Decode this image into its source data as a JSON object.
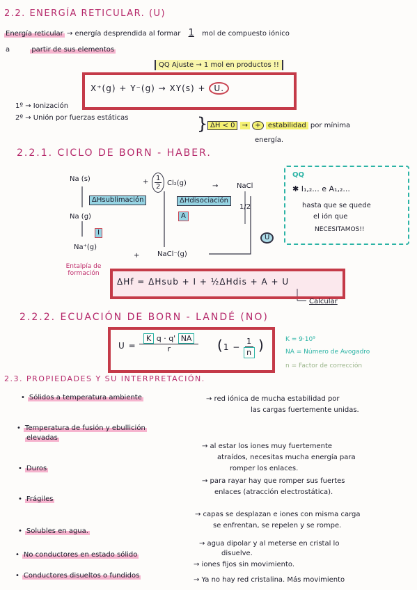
{
  "s22": {
    "title": "2.2. ENERGÍA RETICULAR. (U)",
    "def_term": "Energía reticular",
    "def_arrow": "→",
    "def_text1": "energía desprendida al formar",
    "def_one": "1",
    "def_text2": "mol de compuesto iónico",
    "def_text3": "a",
    "def_text4": "partir de sus elementos",
    "note": "QQ Ajuste → 1 mol en productos !!",
    "reaction": "X⁺(g) + Y⁻(g) → XY(s) +",
    "reaction_u": "U.",
    "step1": "1º → Ionización",
    "step2": "2º → Unión por fuerzas estáticas",
    "dh_box": "ΔH < 0",
    "dh_arrow": "→",
    "dh_plus": "+",
    "estab": "estabilidad",
    "estab_rest": "por mínima",
    "energia": "energía."
  },
  "s221": {
    "title": "2.2.1. CICLO DE BORN - HABER.",
    "na_s": "Na (s)",
    "plus1": "+",
    "half": {
      "num": "1",
      "den": "2"
    },
    "cl2": "Cl₂(g)",
    "arrow_nacl": "→",
    "nacl": "NaCl",
    "dh_sub": "ΔHsublimación",
    "dh_dis": "ΔHdisociación",
    "na_g": "Na (g)",
    "i_label": "I",
    "a_label": "A",
    "half_small": "1/2",
    "na_ion": "Na⁺(g)",
    "plus2": "+",
    "cl_ion": "NaCl⁻(g)",
    "u_label": "U",
    "entalpia_label": "Entalpía de formación",
    "main_eq": "ΔHf = ΔHsub + I + ½ΔHdis + A + U",
    "calcular": "Calcular",
    "note_qq": "QQ",
    "note_line1": "✱ I₁,₂... e A₁,₂...",
    "note_line2": "hasta que se quede",
    "note_line3": "el ión que",
    "note_line4": "NECESITAMOS!!"
  },
  "s222": {
    "title": "2.2.2. ECUACIÓN DE BORN - LANDÉ (NO)",
    "u_eq": "U =",
    "k": "K",
    "q": "q · q'",
    "na": "NA",
    "r": "r",
    "paren": "(1 − 1/n)",
    "one": "1",
    "n": "n",
    "const_k": "K = 9·10⁹",
    "const_na": "NA = Número de Avogadro",
    "const_n": "n = Factor de corrección"
  },
  "s23": {
    "title": "2.3. PROPIEDADES Y SU INTERPRETACIÓN.",
    "items": [
      {
        "label": "Sólidos a temperatura ambiente",
        "desc1": "→ red iónica de mucha estabilidad por",
        "desc2": "las cargas fuertemente unidas."
      },
      {
        "label": "Temperatura de fusión y ebullición",
        "label2": "elevadas",
        "desc1": "→ al estar los iones muy fuertemente",
        "desc2": "atraídos, necesitas mucha energía para",
        "desc3": "romper los enlaces."
      },
      {
        "label": "Duros",
        "desc1": "→ para rayar hay que romper sus fuertes",
        "desc2": "enlaces (atracción electrostática)."
      },
      {
        "label": "Frágiles",
        "desc1": "→ capas se desplazan e iones con misma carga",
        "desc2": "se enfrentan, se repelen y se rompe."
      },
      {
        "label": "Solubles en agua.",
        "desc1": "→ agua dipolar y al meterse en cristal lo",
        "desc2": "disuelve."
      },
      {
        "label": "No conductores en estado sólido",
        "desc1": "→ iones fijos sin movimiento."
      },
      {
        "label": "Conductores disueltos o fundidos",
        "desc1": "→ Ya no hay red cristalina. Más movimiento"
      }
    ]
  },
  "colors": {
    "pink": "#b5286a",
    "red_box": "#c94452",
    "teal": "#2bb3a5",
    "blue_hl": "#5fbed7",
    "yellow_hl": "#f5f05a"
  }
}
